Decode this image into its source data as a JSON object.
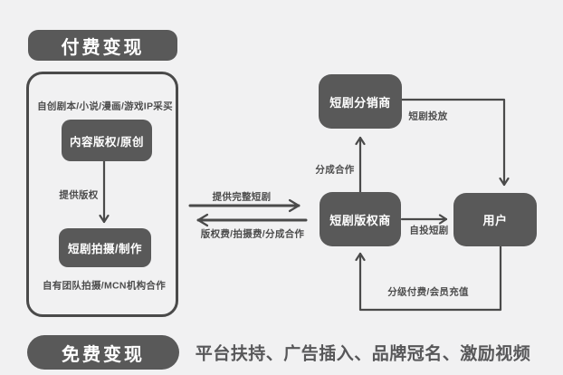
{
  "colors": {
    "background": "#f1f1f2",
    "node_fill": "#595959",
    "node_text": "#ffffff",
    "line": "#4a4a4a",
    "label_text": "#4d4d4d"
  },
  "paid_section": {
    "title": "付费变现",
    "top_note": "自创剧本/小说/漫画/游戏IP采买",
    "content_node": "内容版权/原创",
    "arrow_label": "提供版权",
    "shoot_node": "短剧拍摄/制作",
    "bottom_note": "自有团队拍摄/MCN机构合作"
  },
  "middle": {
    "arrow_right_label": "提供完整短剧",
    "arrow_left_label": "版权费/拍摄费/分成合作"
  },
  "network": {
    "distributor_node": "短剧分销商",
    "licensor_node": "短剧版权商",
    "user_node": "用户",
    "edge_distributor_to_user": "短剧投放",
    "edge_licensor_to_distributor": "分成合作",
    "edge_licensor_to_user": "自投短剧",
    "edge_user_to_licensor": "分级付费/会员充值"
  },
  "free_section": {
    "title": "免费变现",
    "methods": "平台扶持、广告插入、品牌冠名、激励视频"
  }
}
